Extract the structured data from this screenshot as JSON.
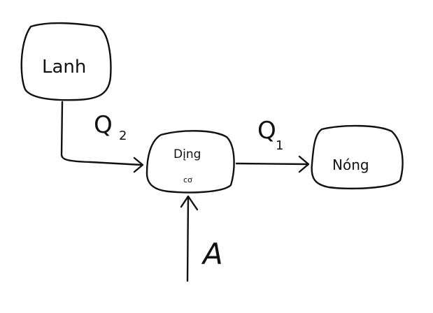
{
  "nodes": {
    "cold_reservoir": {
      "label": "Lanh"
    },
    "device": {
      "label": "Dįng",
      "sublabel": "cơ"
    },
    "hot_reservoir": {
      "label": "Nóng"
    }
  },
  "edges": {
    "q2": {
      "symbol": "Q",
      "subscript": "2"
    },
    "q1": {
      "symbol": "Q",
      "subscript": "1"
    },
    "work": {
      "label": "A"
    }
  }
}
